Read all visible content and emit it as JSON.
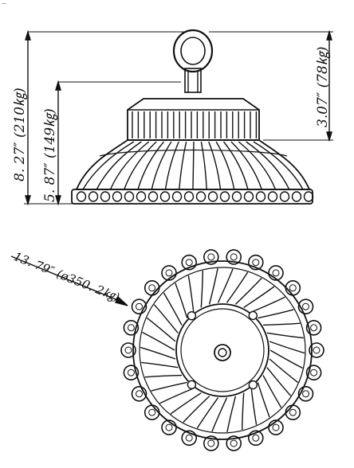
{
  "diagram": {
    "corner_mark": "—",
    "side_view": {
      "overall_height": "8. 27″ (210㎏)",
      "body_height": "5. 87″ (149㎏)",
      "hook_height": "3.07″ (78㎏)"
    },
    "top_view": {
      "diameter": "13. 79″ (ø350. 2㎏)"
    }
  },
  "colors": {
    "line": "#111111",
    "background": "#ffffff"
  }
}
